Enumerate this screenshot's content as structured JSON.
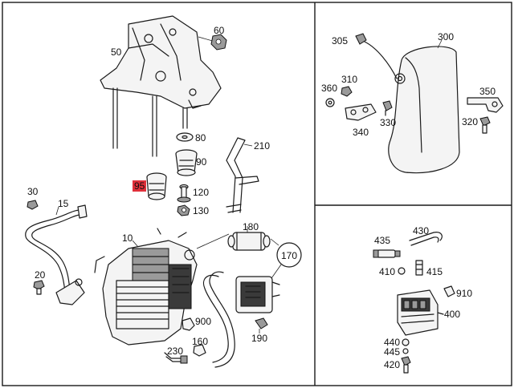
{
  "labels": {
    "p50": "50",
    "p60": "60",
    "p80": "80",
    "p90": "90",
    "p95": "95",
    "p120": "120",
    "p130": "130",
    "p210": "210",
    "p30": "30",
    "p15": "15",
    "p10": "10",
    "p20": "20",
    "p180": "180",
    "p170": "170",
    "p190": "190",
    "p900": "900",
    "p160": "160",
    "p230": "230",
    "p305": "305",
    "p300": "300",
    "p310": "310",
    "p360": "360",
    "p350": "350",
    "p340": "340",
    "p330": "330",
    "p320": "320",
    "p435": "435",
    "p430": "430",
    "p410": "410",
    "p415": "415",
    "p910": "910",
    "p400": "400",
    "p440": "440",
    "p445": "445",
    "p420": "420"
  },
  "highlight": {
    "part": "95",
    "color": "#e0303a"
  }
}
